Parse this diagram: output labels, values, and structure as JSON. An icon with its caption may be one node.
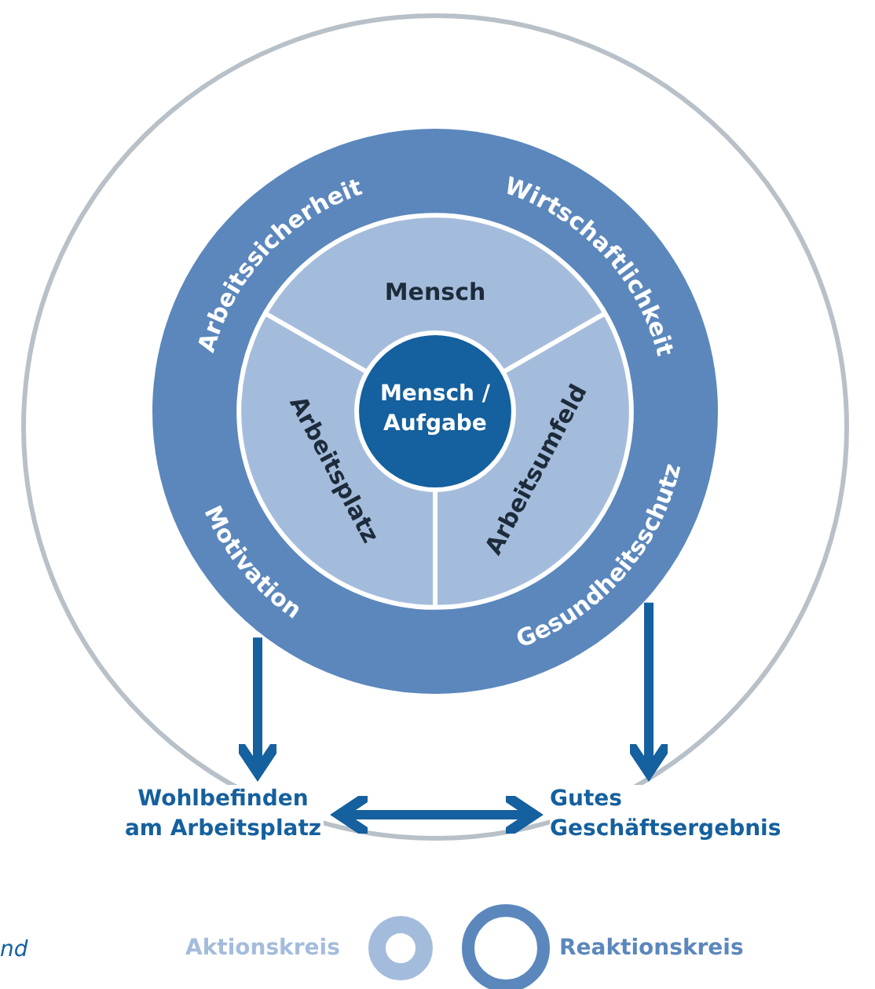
{
  "diagram": {
    "nodes": [
      {
        "text": [
          "Arbeitssicherheit",
          "Wirtschaftlichkeit",
          "Motivation",
          "Gesundheitsschutz"
        ]
      },
      {
        "text": [],
        "shape": "circle",
        "in": 0
      },
      {
        "text": [
          "Mensch"
        ],
        "in": 1
      },
      {
        "text": [
          "Arbeitsplatz"
        ],
        "in": 1
      },
      {
        "text": [
          "Arbeitsumfeld"
        ],
        "in": 1
      },
      {
        "text": [
          "Mensch / Aufgabe"
        ],
        "in": 1
      },
      {
        "text": [
          "Wohlbefinden am Arbeitsplatz"
        ]
      },
      {
        "text": [
          "Gutes Geschäftsergebnis"
        ]
      }
    ],
    "edges": [
      {
        "from": 0,
        "to": 6,
        "arrow": "to"
      },
      {
        "from": 0,
        "to": 7,
        "arrow": "to"
      },
      {
        "from": 6,
        "to": 7,
        "arrow": "both"
      }
    ],
    "labels": [
      "nd"
    ],
    "legend": [
      {
        "text": "Aktionskreis"
      },
      {
        "text": "Reaktionskreis"
      }
    ]
  }
}
